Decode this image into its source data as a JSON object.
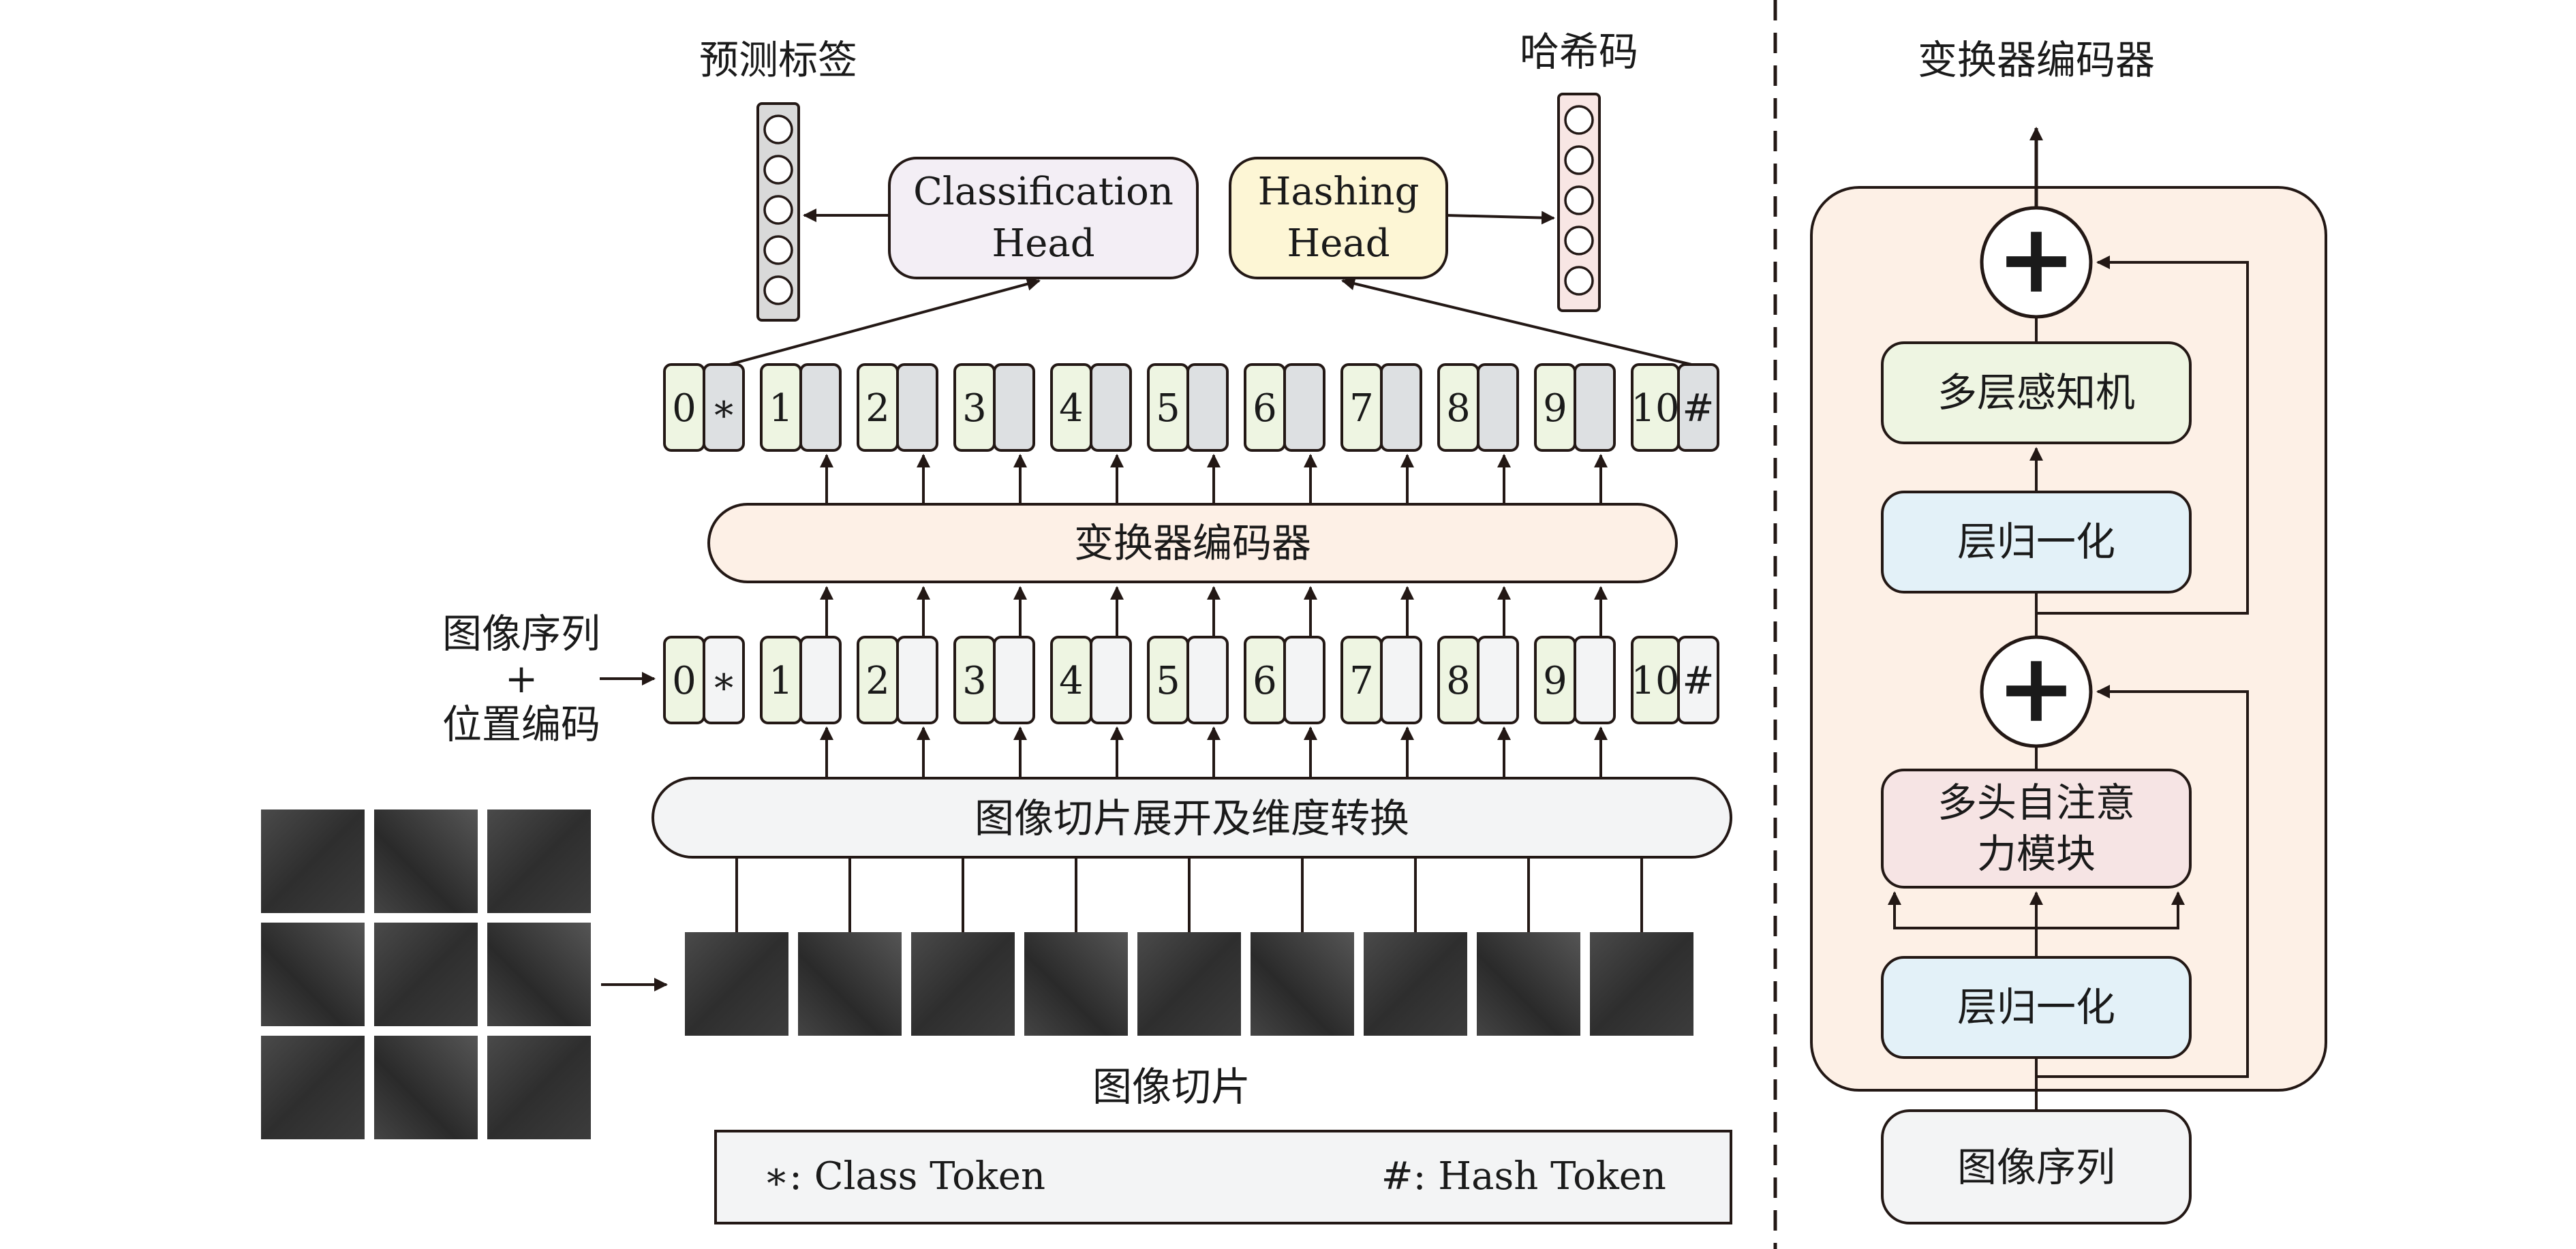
{
  "labels": {
    "predicted_label": "预测标签",
    "hash_code": "哈希码",
    "classification_head_line1": "Classification",
    "classification_head_line2": "Head",
    "hashing_head_line1": "Hashing",
    "hashing_head_line2": "Head",
    "transformer_encoder": "变换器编码器",
    "seq_pos_line1": "图像序列",
    "seq_pos_line2": "+",
    "seq_pos_line3": "位置编码",
    "flatten_projection": "图像切片展开及维度转换",
    "image_patches": "图像切片",
    "legend_class": "∗: Class Token",
    "legend_hash": "#: Hash Token"
  },
  "tokens": [
    "0",
    "∗",
    "1",
    "2",
    "3",
    "4",
    "5",
    "6",
    "7",
    "8",
    "9",
    "10",
    "#"
  ],
  "encoder_block": {
    "title": "变换器编码器",
    "plus_symbol": "+",
    "mlp": "多层感知机",
    "layer_norm_top": "层归一化",
    "msa_line1": "多头自注意",
    "msa_line2": "力模块",
    "layer_norm_bottom": "层归一化",
    "input": "图像序列"
  },
  "colors": {
    "patch_token_fill": "#eef5e2",
    "output_embed_fill": "#dde0e2",
    "input_embed_fill": "#f3f4f5",
    "encoder_fill": "#fdf0e6",
    "flatten_fill": "#f3f4f5",
    "class_head_fill": "#f3eef5",
    "hash_head_fill": "#fdf6d5",
    "mlp_fill": "#eef5e2",
    "layer_norm_fill": "#e3f1f8",
    "msa_fill": "#f6e4e4",
    "input_fill": "#f3f4f5",
    "line": "#231815"
  }
}
